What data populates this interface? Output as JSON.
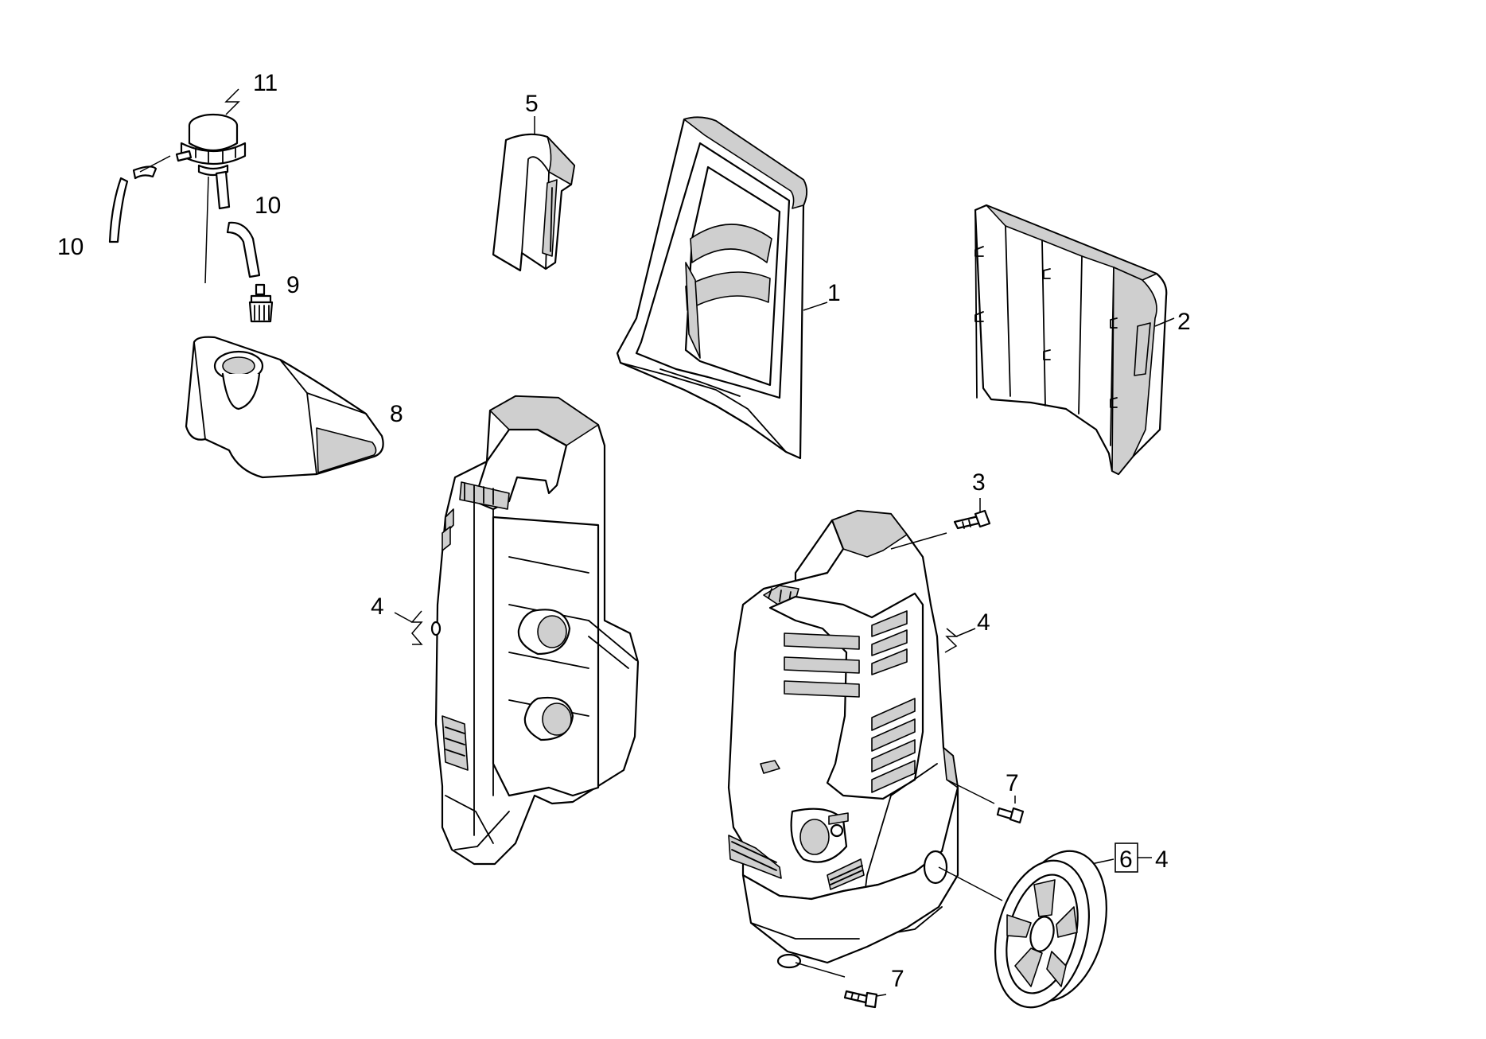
{
  "callouts": {
    "c1": "1",
    "c2": "2",
    "c3": "3",
    "c4_left": "4",
    "c4_right": "4",
    "c4_wheel": "4",
    "c5": "5",
    "c6": "6",
    "c7_upper": "7",
    "c7_lower": "7",
    "c8": "8",
    "c9": "9",
    "c10_left": "10",
    "c10_right": "10",
    "c11": "11"
  }
}
